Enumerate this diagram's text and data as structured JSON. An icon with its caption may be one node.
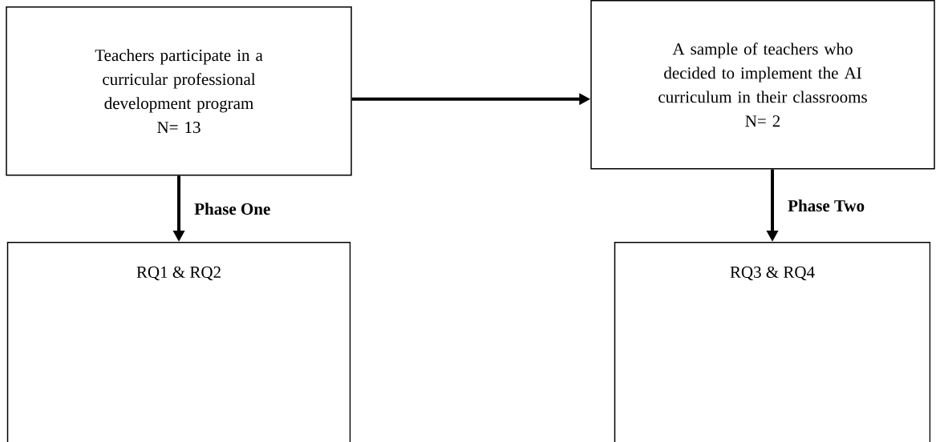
{
  "diagram": {
    "nodes": [
      {
        "text": [
          "Teachers participate in a curricular professional development program",
          "N= 13"
        ]
      },
      {
        "text": [
          "A sample of teachers who decided to implement the AI curriculum in their classrooms",
          "N= 2"
        ]
      },
      {
        "text": [
          "RQ1 & RQ2"
        ]
      },
      {
        "text": [
          "RQ3 & RQ4"
        ]
      }
    ],
    "edges": [
      {
        "from": 0,
        "to": 1,
        "arrow": "to"
      },
      {
        "from": 0,
        "to": 2,
        "arrow": "to",
        "label": "Phase One"
      },
      {
        "from": 1,
        "to": 3,
        "arrow": "to",
        "label": "Phase Two"
      }
    ]
  }
}
